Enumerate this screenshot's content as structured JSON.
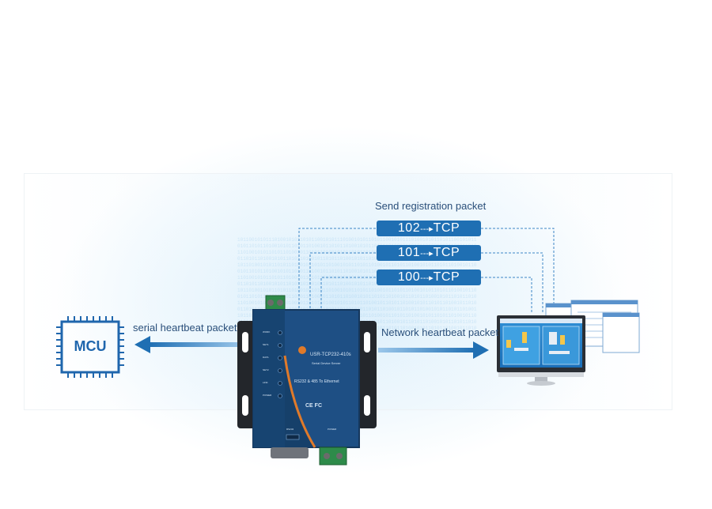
{
  "registration_label": "Send registration packet",
  "packets": [
    {
      "number": "102",
      "protocol": "TCP"
    },
    {
      "number": "101",
      "protocol": "TCP"
    },
    {
      "number": "100",
      "protocol": "TCP"
    }
  ],
  "serial_heartbeat_label": "serial heartbeat packet",
  "network_heartbeat_label": "Network heartbeat packet",
  "mcu_label": "MCU",
  "device": {
    "model": "USR-TCP232-410s",
    "subtitle": "Serial Device Server",
    "tagline": "RS232 & 485 To Ethernet",
    "cert": "CE FC",
    "leds": [
      "WORK",
      "NET1",
      "DATA",
      "NET2",
      "LINK",
      "POWER"
    ],
    "port_label": "RS232",
    "power_label": "POWER"
  },
  "colors": {
    "accent": "#1f6fb3",
    "label_text": "#2a4f7a",
    "device_body": "#1e4f84"
  }
}
